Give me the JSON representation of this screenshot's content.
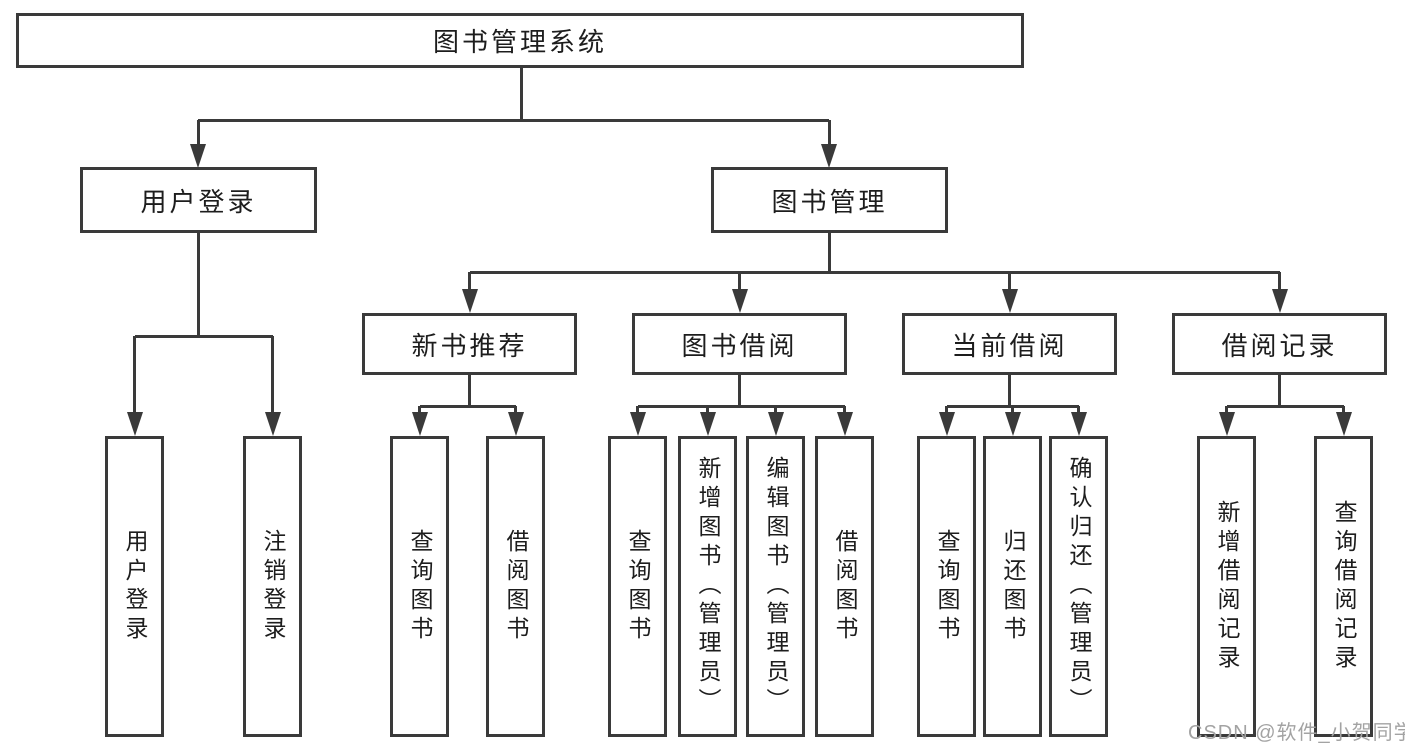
{
  "diagram_type": "hierarchy-tree",
  "tree": {
    "root": {
      "label": "图书管理系统"
    },
    "branches": [
      {
        "label": "用户登录",
        "children": [
          {
            "label": "用户登录"
          },
          {
            "label": "注销登录"
          }
        ]
      },
      {
        "label": "图书管理",
        "children": [
          {
            "label": "新书推荐",
            "children": [
              {
                "label": "查询图书"
              },
              {
                "label": "借阅图书"
              }
            ]
          },
          {
            "label": "图书借阅",
            "children": [
              {
                "label": "查询图书"
              },
              {
                "label": "新增图书（管理员）"
              },
              {
                "label": "编辑图书（管理员）"
              },
              {
                "label": "借阅图书"
              }
            ]
          },
          {
            "label": "当前借阅",
            "children": [
              {
                "label": "查询图书"
              },
              {
                "label": "归还图书"
              },
              {
                "label": "确认归还（管理员）"
              }
            ]
          },
          {
            "label": "借阅记录",
            "children": [
              {
                "label": "新增借阅记录"
              },
              {
                "label": "查询借阅记录"
              }
            ]
          }
        ]
      }
    ]
  },
  "watermark": {
    "text": "CSDN @软件_小贺同学"
  },
  "colors": {
    "line": "#3a3a3a",
    "text": "#1d1d1d",
    "wm": "#a3a3a3",
    "bg": "#ffffff"
  }
}
